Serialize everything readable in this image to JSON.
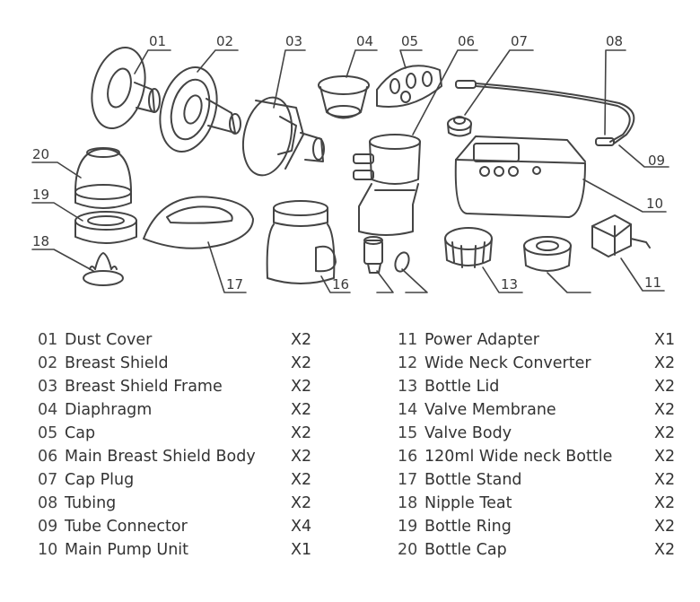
{
  "labels": [
    "01",
    "02",
    "03",
    "04",
    "05",
    "06",
    "07",
    "08",
    "09",
    "10",
    "11",
    "13",
    "16",
    "17",
    "18",
    "19",
    "20"
  ],
  "parts": [
    {
      "num": "01",
      "name": "Dust Cover",
      "qty": "X2"
    },
    {
      "num": "02",
      "name": "Breast Shield",
      "qty": "X2"
    },
    {
      "num": "03",
      "name": "Breast Shield Frame",
      "qty": "X2"
    },
    {
      "num": "04",
      "name": "Diaphragm",
      "qty": "X2"
    },
    {
      "num": "05",
      "name": "Cap",
      "qty": "X2"
    },
    {
      "num": "06",
      "name": "Main Breast Shield Body",
      "qty": "X2"
    },
    {
      "num": "07",
      "name": "Cap Plug",
      "qty": "X2"
    },
    {
      "num": "08",
      "name": "Tubing",
      "qty": "X2"
    },
    {
      "num": "09",
      "name": "Tube Connector",
      "qty": "X4"
    },
    {
      "num": "10",
      "name": "Main Pump Unit",
      "qty": "X1"
    },
    {
      "num": "11",
      "name": "Power Adapter",
      "qty": "X1"
    },
    {
      "num": "12",
      "name": "Wide Neck Converter",
      "qty": "X2"
    },
    {
      "num": "13",
      "name": "Bottle Lid",
      "qty": "X2"
    },
    {
      "num": "14",
      "name": "Valve Membrane",
      "qty": "X2"
    },
    {
      "num": "15",
      "name": "Valve Body",
      "qty": "X2"
    },
    {
      "num": "16",
      "name": "120ml Wide neck Bottle",
      "qty": "X2"
    },
    {
      "num": "17",
      "name": "Bottle Stand",
      "qty": "X2"
    },
    {
      "num": "18",
      "name": "Nipple Teat",
      "qty": "X2"
    },
    {
      "num": "19",
      "name": "Bottle Ring",
      "qty": "X2"
    },
    {
      "num": "20",
      "name": "Bottle Cap",
      "qty": "X2"
    }
  ]
}
